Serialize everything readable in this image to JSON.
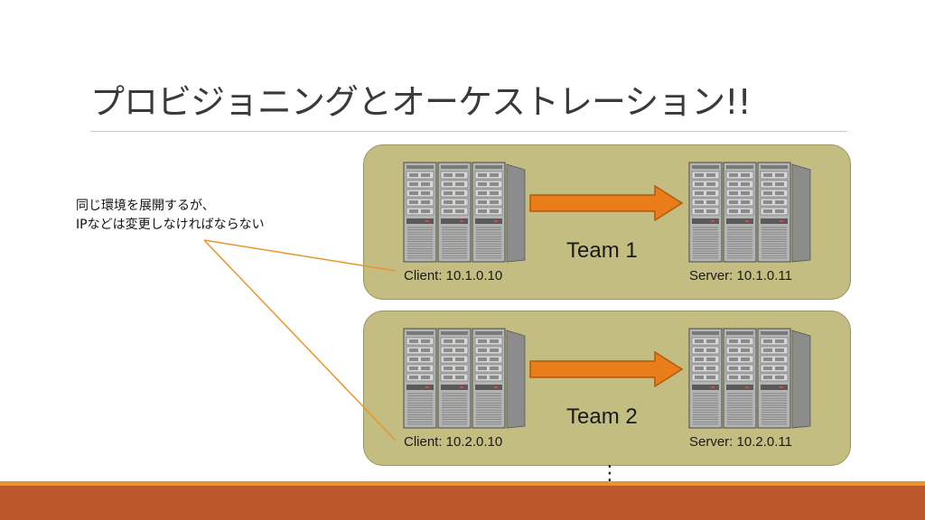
{
  "slide": {
    "title": "プロビジョニングとオーケストレーション!!",
    "note_lines": [
      "同じ環境を展開するが、",
      "IPなどは変更しなければならない"
    ],
    "more_marker": "⋮"
  },
  "teams": [
    {
      "label": "Team 1",
      "client_ip": "Client: 10.1.0.10",
      "server_ip": "Server: 10.1.0.11"
    },
    {
      "label": "Team 2",
      "client_ip": "Client: 10.2.0.10",
      "server_ip": "Server: 10.2.0.11"
    }
  ],
  "icons": [
    "server-rack-icon",
    "right-arrow-icon"
  ],
  "colors": {
    "team_box": "#c3bd82",
    "arrow": "#e87d1a",
    "pointer_line": "#e8952a",
    "footer_bar": "#bc562b",
    "footer_stripe": "#e8952a"
  }
}
